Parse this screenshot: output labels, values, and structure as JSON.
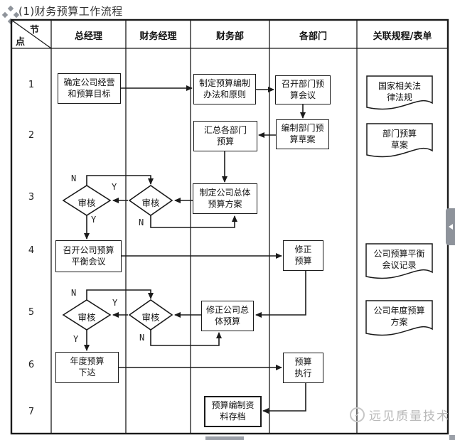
{
  "page": {
    "title": "(1)财务预算工作流程"
  },
  "header": {
    "corner_top": "节",
    "corner_bottom": "点",
    "columns": [
      "总经理",
      "财务经理",
      "财务部",
      "各部门",
      "关联规程/表单"
    ]
  },
  "nodes": [
    "1",
    "2",
    "3",
    "4",
    "5",
    "6",
    "7"
  ],
  "flow": {
    "yes": "Y",
    "no": "N",
    "review": "审核",
    "boxes": {
      "set_goals": "确定公司经营\n和预算目标",
      "make_rules": "制定预算编制\n办法和原则",
      "dept_meeting": "召开部门预\n算会议",
      "dept_draft": "编制部门预\n算草案",
      "summarize": "汇总各部门\n预算",
      "overall_plan": "制定公司总体\n预算方案",
      "balance_meeting": "召开公司预算\n平衡会议",
      "revise_budget": "修正\n预算",
      "revise_overall": "修正公司总\n体预算",
      "issue_annual": "年度预算\n下达",
      "execute": "预算\n执行",
      "archive": "预算编制资\n料存档"
    },
    "documents": {
      "laws": "国家相关法\n律法规",
      "dept_draft_doc": "部门预算\n草案",
      "meeting_record": "公司预算平衡\n会议记录",
      "annual_plan": "公司年度预算\n方案"
    }
  },
  "watermark": {
    "text": "远见质量技术"
  },
  "colors": {
    "line": "#1a1a1a",
    "watermark": "#b9b9b9",
    "tab": "#8e939b"
  }
}
